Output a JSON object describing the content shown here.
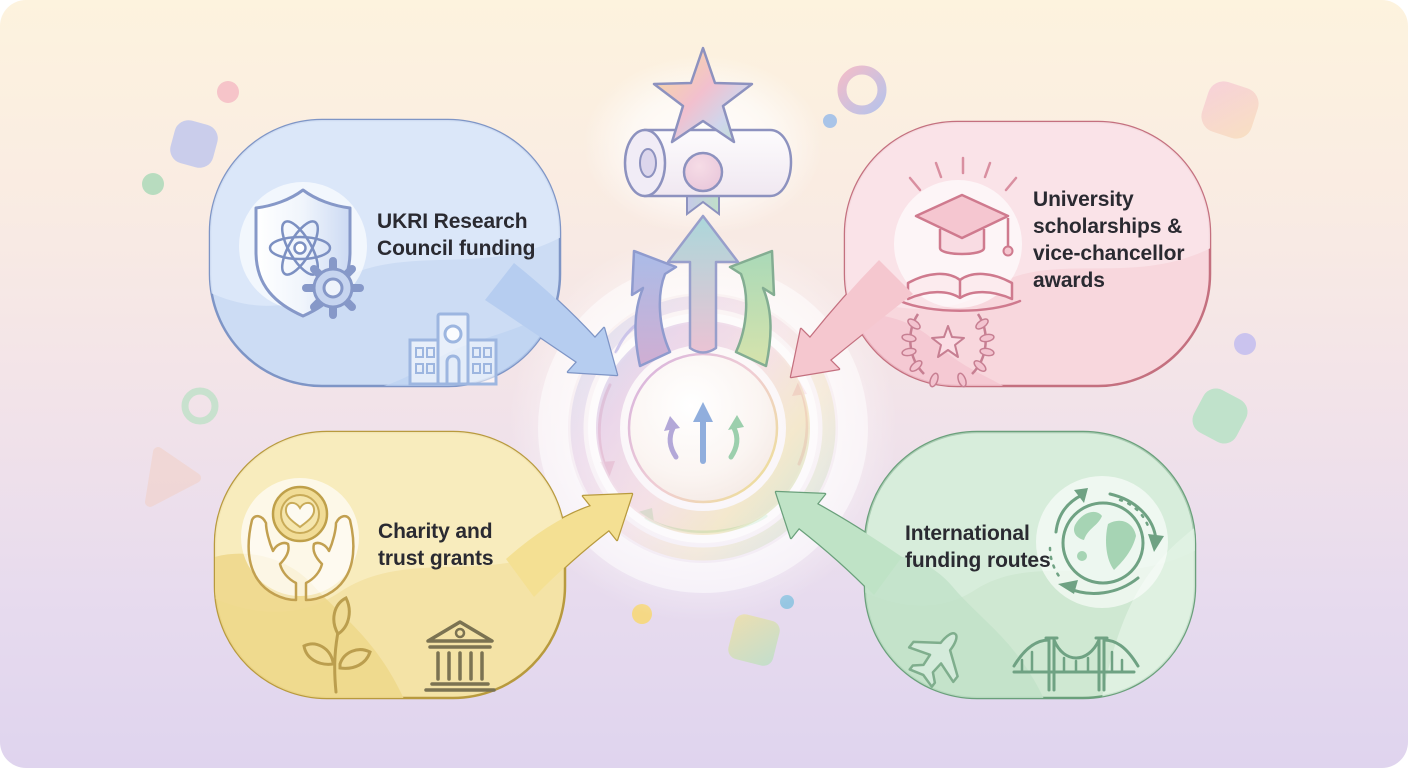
{
  "page": {
    "background_top": "#fdf3de",
    "background_middle": "#f2e3e9",
    "background_bottom": "#dfd4ee",
    "frame_color": "#ffffff"
  },
  "hub": {
    "description": "central growth hub with branching arrows, diploma scroll and award star",
    "icons": [
      "award-star-icon",
      "diploma-scroll-icon",
      "ribbon-rosette-icon",
      "branching-arrows-icon",
      "growth-arrows-icon",
      "circulation-arrows-icon"
    ]
  },
  "nodes": [
    {
      "id": "ukri",
      "label": "UKRI Research Council funding",
      "bubble_fill": "#ccdcf4",
      "bubble_border": "#7e95c6",
      "arrow_fill": "#b6cdf0",
      "icons": [
        "shield-atom-icon",
        "gear-icon",
        "university-building-icon"
      ]
    },
    {
      "id": "scholarships",
      "label": "University scholarships & vice-chancellor awards",
      "bubble_fill": "#f8d7dd",
      "bubble_border": "#c4707f",
      "arrow_fill": "#f5c7cf",
      "icons": [
        "graduation-cap-book-icon",
        "sun-rays-icon",
        "laurel-wreath-star-icon"
      ]
    },
    {
      "id": "charity",
      "label": "Charity and trust grants",
      "bubble_fill": "#f4e3a6",
      "bubble_border": "#b89a3e",
      "arrow_fill": "#f4e093",
      "icons": [
        "hands-heart-coin-icon",
        "sprout-icon",
        "bank-icon"
      ]
    },
    {
      "id": "international",
      "label": "International funding routes",
      "bubble_fill": "#cfe8d2",
      "bubble_border": "#6aa07b",
      "arrow_fill": "#bfe3c6",
      "icons": [
        "globe-routes-icon",
        "airplane-icon",
        "suspension-bridge-icon"
      ]
    }
  ]
}
